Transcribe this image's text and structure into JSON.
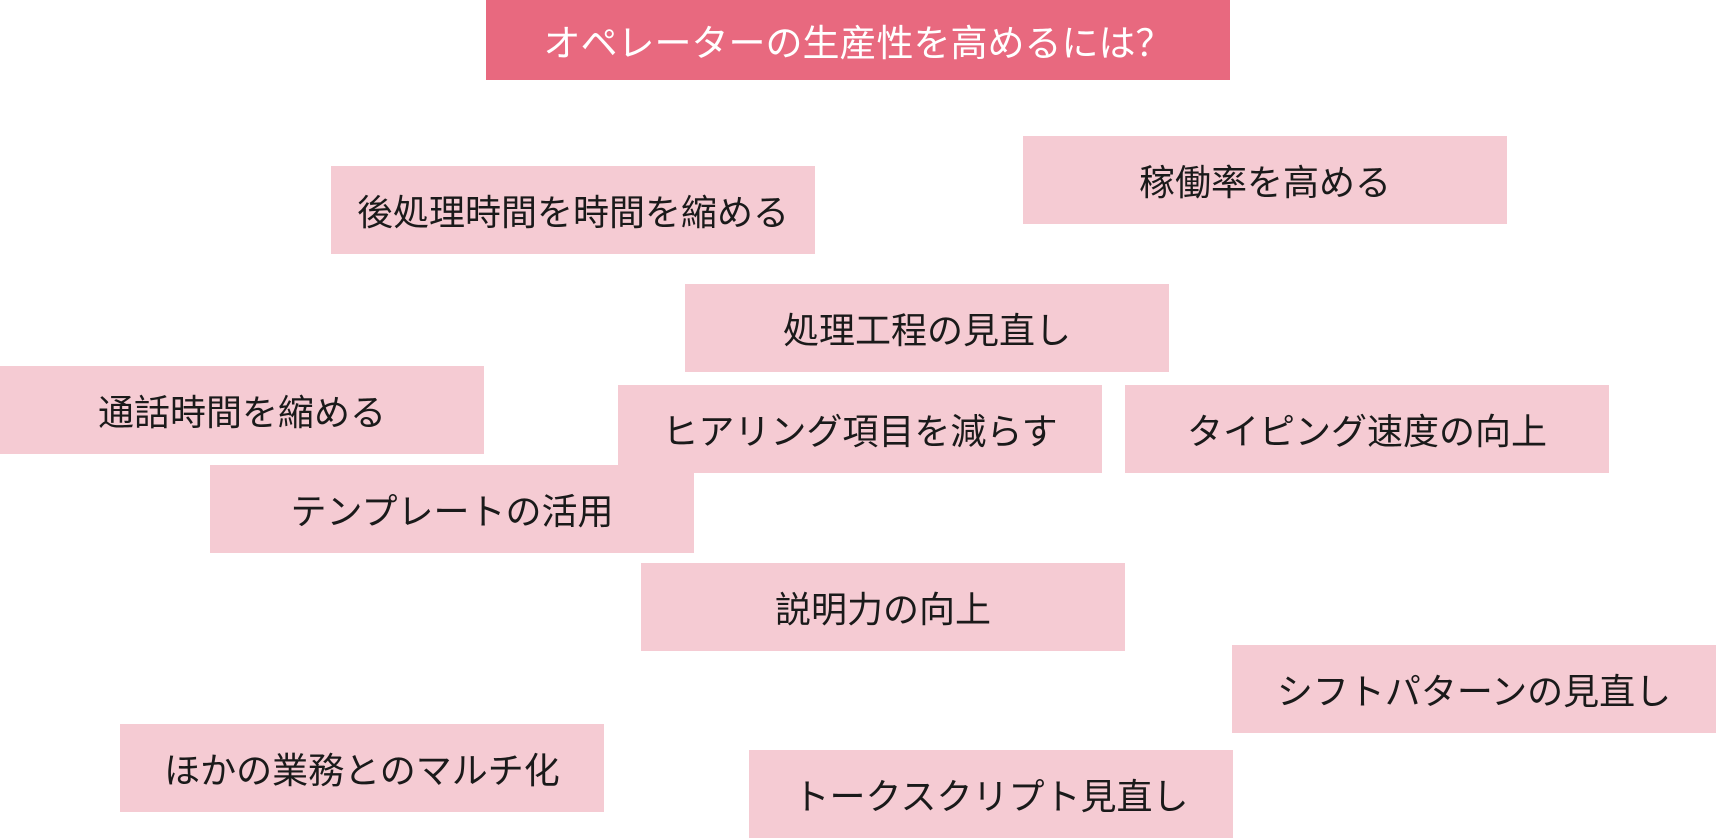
{
  "title": "オペレーターの生産性を高めるには？",
  "cards": {
    "post_processing": "後処理時間を時間を縮める",
    "utilization": "稼働率を高める",
    "process_review": "処理工程の見直し",
    "call_time": "通話時間を縮める",
    "hearing_items": "ヒアリング項目を減らす",
    "typing_speed": "タイピング速度の向上",
    "template": "テンプレートの活用",
    "explanation": "説明力の向上",
    "shift_pattern": "シフトパターンの見直し",
    "multitask": "ほかの業務とのマルチ化",
    "talk_script": "トークスクリプト見直し"
  },
  "colors": {
    "title_background": "#e8697f",
    "card_background": "#f5cbd3",
    "title_text": "#ffffff",
    "card_text": "#1a1a1a"
  }
}
